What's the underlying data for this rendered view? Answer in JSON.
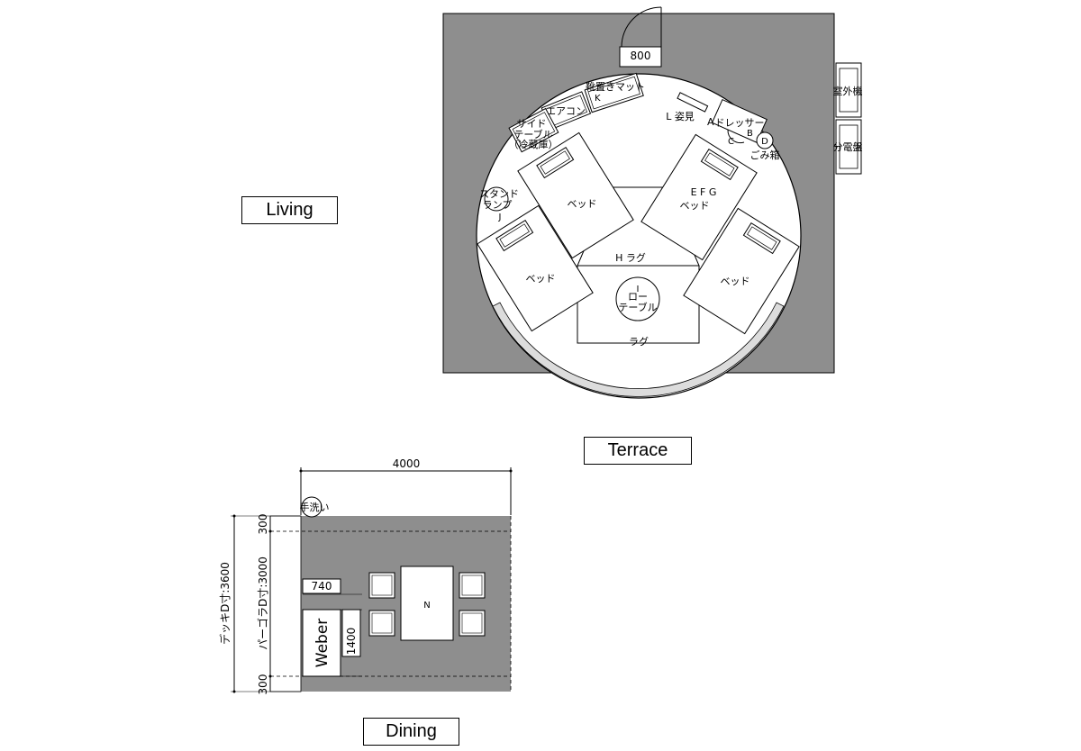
{
  "rooms": {
    "living": "Living",
    "terrace": "Terrace",
    "dining": "Dining"
  },
  "tent": {
    "door_width": "800",
    "outdoor_unit": "室外機",
    "breaker_panel": "分電盤",
    "shoe_mat": "靴置きマット",
    "shoe_mat_code": "K",
    "aircon": "エアコン",
    "side_table_1": "サイド",
    "side_table_2": "テーブル",
    "side_table_3": "（冷蔵庫）",
    "mirror": "L 姿見",
    "dresser_code": "A",
    "dresser": "ドレッサー",
    "code_b": "B",
    "code_c": "C",
    "code_d": "D",
    "trash": "ごみ箱",
    "lamp_1": "スタンド",
    "lamp_2": "ランプ",
    "lamp_code": "J",
    "bed": "ベッド",
    "efg": "E F G",
    "rug_h": "H ラグ",
    "rug": "ラグ",
    "table_code": "I",
    "table_1": "ロー",
    "table_2": "テーブル"
  },
  "dining": {
    "width": "4000",
    "hand_wash": "手洗い",
    "deck_depth": "デッキD寸:3600",
    "pergola_depth": "パーゴラD寸:3000",
    "dim_300_top": "300",
    "dim_300_bottom": "300",
    "grill_width": "740",
    "grill_depth": "1400",
    "grill": "Weber",
    "table_code": "N"
  }
}
